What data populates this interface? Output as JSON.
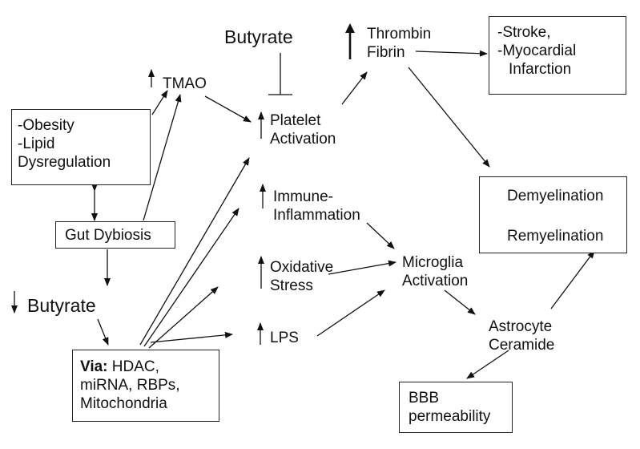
{
  "nodes": {
    "butyrate_top": "Butyrate",
    "tmao": "TMAO",
    "thrombin": "Thrombin",
    "fibrin": "Fibrin",
    "stroke": "-Stroke,",
    "mi_line1": "-Myocardial",
    "mi_line2": "Infarction",
    "obesity": "-Obesity",
    "lipid": "-Lipid",
    "dysregulation": "Dysregulation",
    "platelet": "Platelet",
    "platelet_activation": "Activation",
    "demyelination": "Demyelination",
    "remyelination": "Remyelination",
    "immune": "Immune-",
    "inflammation": "Inflammation",
    "gut_dysbiosis": "Gut Dybiosis",
    "oxidative": "Oxidative",
    "stress": "Stress",
    "microglia": "Microglia",
    "microglia_activation": "Activation",
    "butyrate_low": "Butyrate",
    "astrocyte": "Astrocyte",
    "ceramide": "Ceramide",
    "lps": "LPS",
    "via_label": "Via:",
    "via_rest": " HDAC,",
    "mirna": "miRNA, RBPs,",
    "mitochondria": "Mitochondria",
    "bbb": "BBB",
    "permeability": "permeability"
  }
}
